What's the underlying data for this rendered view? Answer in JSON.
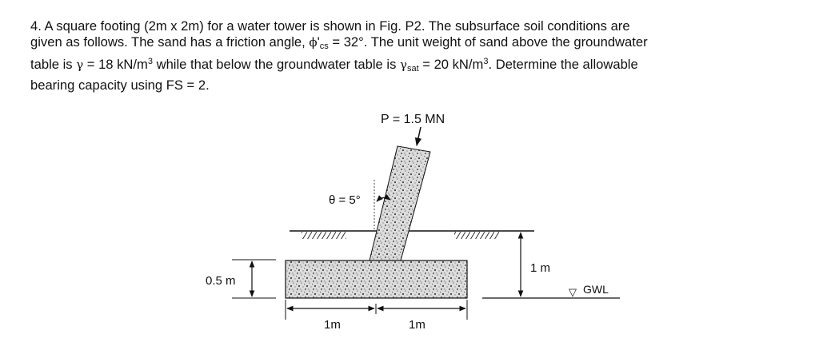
{
  "problem": {
    "number": "4.",
    "line1": "A square footing (2m x 2m) for a water tower is shown in Fig. P2. The subsurface soil conditions are",
    "line2_pre": "given as follows. The sand has a friction angle, ",
    "phi": "ϕ",
    "phi_prime": "'",
    "phi_sub": "cs",
    "line2_post": " = 32°. The unit weight of sand above the groundwater",
    "line3_a": "table is ",
    "gamma": "γ",
    "line3_b": " = 18 kN/m",
    "line3_c": " while that below the groundwater table is ",
    "gamma_sat": "γ",
    "gamma_sat_sub": "sat",
    "line3_d": " = 20 kN/m",
    "line3_e": ". Determine the allowable",
    "cube": "3",
    "line4": "bearing capacity using FS = 2."
  },
  "figure": {
    "load_label": "P = 1.5 MN",
    "angle_label": "θ = 5°",
    "footing_thickness_label": "0.5 m",
    "depth_label": "1 m",
    "gwl_label": "GWL",
    "gwl_symbol": "▽",
    "left_width_label": "1m",
    "right_width_label": "1m"
  }
}
